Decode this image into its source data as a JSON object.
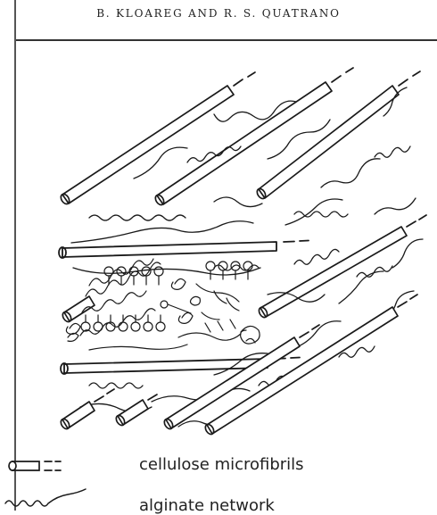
{
  "header": {
    "authors": "B. KLOAREG AND R. S. QUATRANO"
  },
  "legend": [
    {
      "label": "cellulose microfibrils",
      "symbol": "microfibril-symbol"
    },
    {
      "label": "alginate network",
      "symbol": "alginate-wave-symbol"
    }
  ]
}
